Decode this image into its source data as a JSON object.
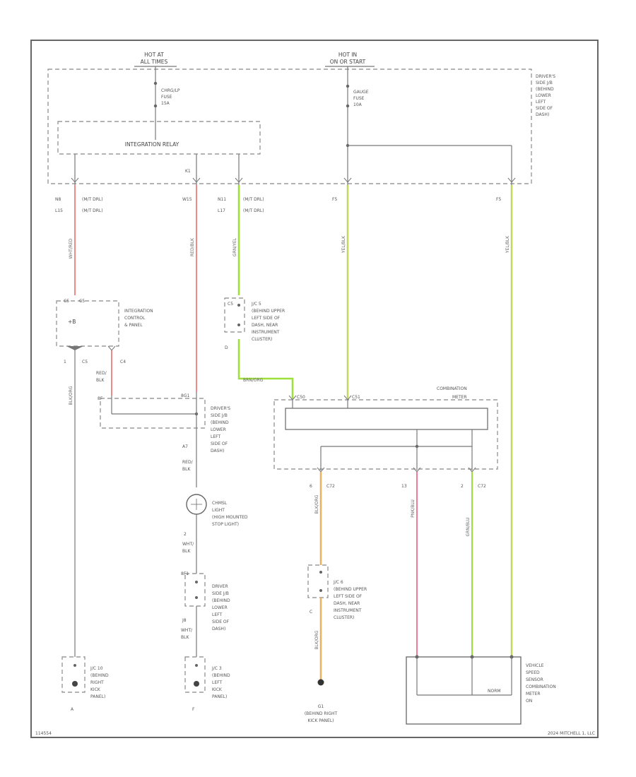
{
  "power": {
    "hot_left_line1": "HOT AT",
    "hot_left_line2": "ALL TIMES",
    "hot_right_line1": "HOT IN",
    "hot_right_line2": "ON OR START",
    "fuse_left": [
      "CHRG/LP",
      "FUSE",
      "15A"
    ],
    "fuse_right": [
      "GAUGE",
      "FUSE",
      "10A"
    ],
    "junction_block": [
      "DRIVER'S",
      "SIDE J/B",
      "(BEHIND",
      "LOWER",
      "LEFT",
      "SIDE OF",
      "DASH)"
    ]
  },
  "relay": {
    "label": "INTEGRATION RELAY",
    "pin_k": "K1"
  },
  "terminals": {
    "w1": [
      "N8",
      "L15"
    ],
    "w1_spec": [
      "(M/T DRL)",
      "(M/T DRL)"
    ],
    "w2": "W15",
    "w3": [
      "N11",
      "L17"
    ],
    "w3_spec": [
      "(M/T DRL)",
      "(M/T DRL)"
    ],
    "w4": "F5",
    "w5": "F5"
  },
  "wire_colors": {
    "w1": "WHT/RED",
    "w2": "RED/BLK",
    "w3": "GRN/YEL",
    "w4": "YEL/BLK",
    "w5": "YEL/BLK",
    "brn_org": "BRN/ORG",
    "blk_org": "BLK/ORG",
    "pnk_blu": "PNK/BLU",
    "grn_blu": "GRN/BLU"
  },
  "integration_control": {
    "label": [
      "INTEGRATION",
      "CONTROL",
      "& PANEL"
    ],
    "pin_top": "C5",
    "pin_cn": "C5",
    "inner": "+B",
    "pin_left": "1",
    "pin_mid": "C5",
    "pin_right": "C4",
    "wire_red_blk": [
      "RED/",
      "BLK"
    ]
  },
  "jc_upper_left": {
    "pin_top": "C5",
    "pin_bottom": "D",
    "label": [
      "J/C 5",
      "(BEHIND UPPER",
      "LEFT SIDE OF",
      "DASH, NEAR",
      "INSTRUMENT",
      "CLUSTER)"
    ]
  },
  "junction_mid": {
    "pin_left": "8F",
    "pin_right": "8G1",
    "label": [
      "DRIVER'S",
      "SIDE J/B",
      "(BEHIND",
      "LOWER",
      "LEFT",
      "SIDE OF",
      "DASH)"
    ],
    "pin_below": "A7",
    "wire_below": [
      "RED/",
      "BLK"
    ]
  },
  "chmsl": {
    "label": [
      "CHMSL",
      "LIGHT",
      "(HIGH MOUNTED",
      "STOP LIGHT)"
    ],
    "pin_below": "2",
    "wire_below": [
      "WHT/",
      "BLK"
    ]
  },
  "junction_lower": {
    "pin_top": "8F1",
    "label": [
      "DRIVER",
      "SIDE J/B",
      "(BEHIND",
      "LOWER",
      "LEFT",
      "SIDE OF",
      "DASH)"
    ],
    "pin_below": "J8",
    "wire_below": [
      "WHT/",
      "BLK"
    ]
  },
  "jc10": {
    "label": [
      "J/C 10",
      "(BEHIND",
      "RIGHT",
      "KICK",
      "PANEL)"
    ],
    "ground": "A"
  },
  "jc3": {
    "label": [
      "J/C 3",
      "(BEHIND",
      "LEFT",
      "KICK",
      "PANEL)"
    ],
    "ground": "F"
  },
  "combination_meter": {
    "label": [
      "COMBINATION",
      "METER"
    ],
    "pin_c50": "C50",
    "pin_c51": "C51",
    "pin_a": "6",
    "pin_a_conn": "C72",
    "pin_b": "13",
    "pin_c": "2",
    "pin_c_conn": "C72"
  },
  "jc_upper_right": {
    "pin_bottom": "C",
    "label": [
      "J/C 6",
      "(BEHIND UPPER",
      "LEFT SIDE OF",
      "DASH, NEAR",
      "INSTRUMENT",
      "CLUSTER)"
    ]
  },
  "ground_g1": {
    "id": "G1",
    "label": [
      "(BEHIND RIGHT",
      "KICK PANEL)"
    ]
  },
  "vss": {
    "label": [
      "VEHICLE",
      "SPEED",
      "SENSOR",
      "COMBINATION",
      "METER",
      "ON"
    ],
    "inner": "NORM"
  },
  "footer": {
    "left": "114554",
    "right": "2024 MITCHELL 1, LLC"
  },
  "colors": {
    "red_wire": "#f08a8a",
    "green_wire": "#9ee03a",
    "olive_wire": "#c6d65a",
    "orange_wire": "#e8b060",
    "pink_wire": "#f07a9a",
    "line": "#7a7a7a"
  }
}
